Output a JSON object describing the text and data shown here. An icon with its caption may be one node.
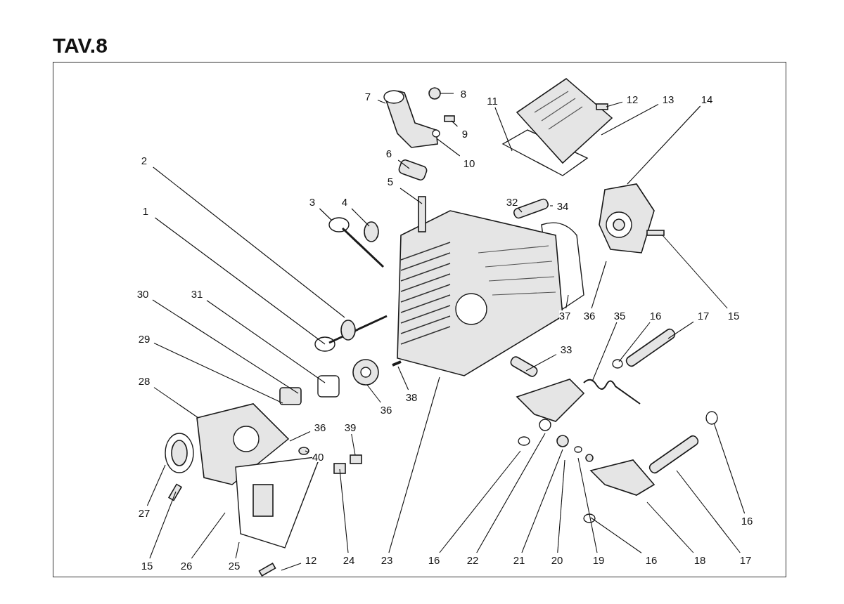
{
  "diagram": {
    "title": "TAV.8",
    "nodes": [
      {
        "text": [
          "7"
        ]
      },
      {
        "text": [
          "8"
        ]
      },
      {
        "text": [
          "11"
        ]
      },
      {
        "text": [
          "12"
        ]
      },
      {
        "text": [
          "13"
        ]
      },
      {
        "text": [
          "14"
        ]
      },
      {
        "text": [
          "9"
        ]
      },
      {
        "text": [
          "6"
        ]
      },
      {
        "text": [
          "10"
        ]
      },
      {
        "text": [
          "2"
        ]
      },
      {
        "text": [
          "5"
        ]
      },
      {
        "text": [
          "3"
        ]
      },
      {
        "text": [
          "4"
        ]
      },
      {
        "text": [
          "32"
        ]
      },
      {
        "text": [
          "34"
        ]
      },
      {
        "text": [
          "1"
        ]
      },
      {
        "text": [
          "30"
        ]
      },
      {
        "text": [
          "31"
        ]
      },
      {
        "text": [
          "37"
        ]
      },
      {
        "text": [
          "36"
        ]
      },
      {
        "text": [
          "35"
        ]
      },
      {
        "text": [
          "16"
        ]
      },
      {
        "text": [
          "17"
        ]
      },
      {
        "text": [
          "15"
        ]
      },
      {
        "text": [
          "29"
        ]
      },
      {
        "text": [
          "33"
        ]
      },
      {
        "text": [
          "28"
        ]
      },
      {
        "text": [
          "38"
        ]
      },
      {
        "text": [
          "36"
        ]
      },
      {
        "text": [
          "36"
        ]
      },
      {
        "text": [
          "39"
        ]
      },
      {
        "text": [
          "40"
        ]
      },
      {
        "text": [
          "27"
        ]
      },
      {
        "text": [
          "16"
        ]
      },
      {
        "text": [
          "15"
        ]
      },
      {
        "text": [
          "26"
        ]
      },
      {
        "text": [
          "25"
        ]
      },
      {
        "text": [
          "12"
        ]
      },
      {
        "text": [
          "24"
        ]
      },
      {
        "text": [
          "23"
        ]
      },
      {
        "text": [
          "16"
        ]
      },
      {
        "text": [
          "22"
        ]
      },
      {
        "text": [
          "21"
        ]
      },
      {
        "text": [
          "20"
        ]
      },
      {
        "text": [
          "19"
        ]
      },
      {
        "text": [
          "16"
        ]
      },
      {
        "text": [
          "18"
        ]
      },
      {
        "text": [
          "17"
        ]
      }
    ],
    "edges": [
      {
        "from": 0,
        "to": null,
        "arrow": "none"
      },
      {
        "from": 1,
        "to": null,
        "arrow": "none"
      },
      {
        "from": 2,
        "to": null,
        "arrow": "none"
      },
      {
        "from": 3,
        "to": null,
        "arrow": "none"
      },
      {
        "from": 4,
        "to": null,
        "arrow": "none"
      },
      {
        "from": 5,
        "to": null,
        "arrow": "none"
      },
      {
        "from": 6,
        "to": null,
        "arrow": "none"
      },
      {
        "from": 7,
        "to": null,
        "arrow": "none"
      },
      {
        "from": 8,
        "to": null,
        "arrow": "none"
      },
      {
        "from": 9,
        "to": null,
        "arrow": "none"
      },
      {
        "from": 10,
        "to": null,
        "arrow": "none"
      },
      {
        "from": 11,
        "to": null,
        "arrow": "none"
      },
      {
        "from": 12,
        "to": null,
        "arrow": "none"
      },
      {
        "from": 13,
        "to": null,
        "arrow": "none"
      },
      {
        "from": 14,
        "to": null,
        "arrow": "none"
      },
      {
        "from": 15,
        "to": null,
        "arrow": "none"
      },
      {
        "from": 16,
        "to": null,
        "arrow": "none"
      },
      {
        "from": 17,
        "to": null,
        "arrow": "none"
      },
      {
        "from": 18,
        "to": null,
        "arrow": "none"
      },
      {
        "from": 19,
        "to": null,
        "arrow": "none"
      },
      {
        "from": 20,
        "to": null,
        "arrow": "none"
      },
      {
        "from": 21,
        "to": null,
        "arrow": "none"
      },
      {
        "from": 22,
        "to": null,
        "arrow": "none"
      },
      {
        "from": 23,
        "to": null,
        "arrow": "none"
      },
      {
        "from": 24,
        "to": null,
        "arrow": "none"
      },
      {
        "from": 25,
        "to": null,
        "arrow": "none"
      },
      {
        "from": 26,
        "to": null,
        "arrow": "none"
      },
      {
        "from": 27,
        "to": null,
        "arrow": "none"
      },
      {
        "from": 28,
        "to": null,
        "arrow": "none"
      },
      {
        "from": 29,
        "to": null,
        "arrow": "none"
      },
      {
        "from": 30,
        "to": null,
        "arrow": "none"
      },
      {
        "from": 31,
        "to": null,
        "arrow": "none"
      },
      {
        "from": 32,
        "to": null,
        "arrow": "none"
      },
      {
        "from": 33,
        "to": null,
        "arrow": "none"
      },
      {
        "from": 34,
        "to": null,
        "arrow": "none"
      },
      {
        "from": 35,
        "to": null,
        "arrow": "none"
      },
      {
        "from": 36,
        "to": null,
        "arrow": "none"
      },
      {
        "from": 37,
        "to": null,
        "arrow": "none"
      },
      {
        "from": 38,
        "to": null,
        "arrow": "none"
      },
      {
        "from": 39,
        "to": null,
        "arrow": "none"
      },
      {
        "from": 40,
        "to": null,
        "arrow": "none"
      },
      {
        "from": 41,
        "to": null,
        "arrow": "none"
      },
      {
        "from": 42,
        "to": null,
        "arrow": "none"
      },
      {
        "from": 43,
        "to": null,
        "arrow": "none"
      },
      {
        "from": 44,
        "to": null,
        "arrow": "none"
      },
      {
        "from": 45,
        "to": null,
        "arrow": "none"
      },
      {
        "from": 46,
        "to": null,
        "arrow": "none"
      },
      {
        "from": 47,
        "to": null,
        "arrow": "none"
      }
    ]
  }
}
